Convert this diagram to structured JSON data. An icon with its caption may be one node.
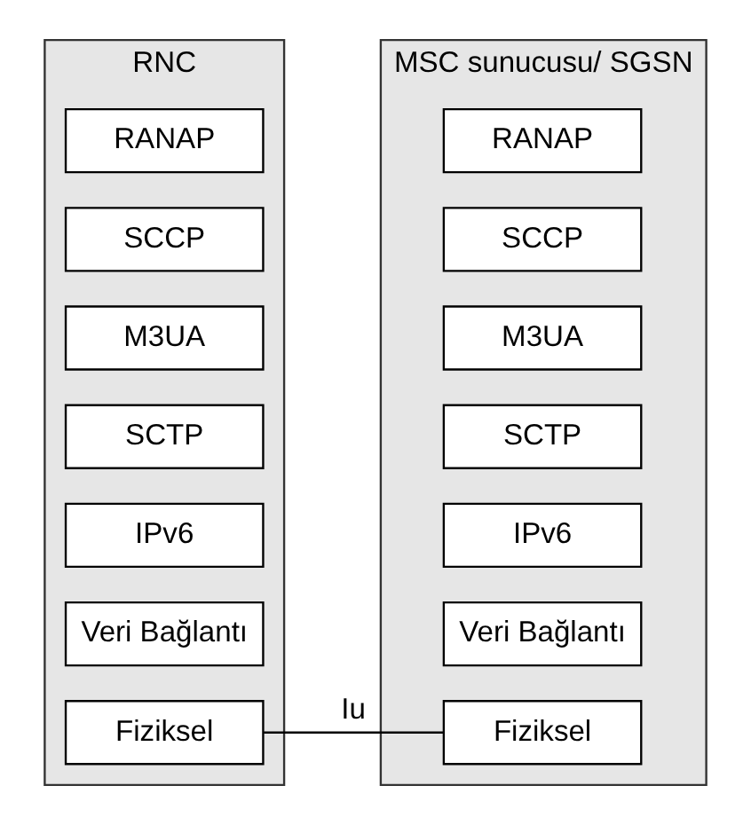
{
  "diagram": {
    "nodes": [
      {
        "text": [
          "RNC"
        ]
      },
      {
        "text": [
          "RANAP"
        ],
        "in": 0
      },
      {
        "text": [
          "SCCP"
        ],
        "in": 0
      },
      {
        "text": [
          "M3UA"
        ],
        "in": 0
      },
      {
        "text": [
          "SCTP"
        ],
        "in": 0
      },
      {
        "text": [
          "IPv6"
        ],
        "in": 0
      },
      {
        "text": [
          "Veri Bağlantı"
        ],
        "in": 0
      },
      {
        "text": [
          "Fiziksel"
        ],
        "in": 0
      },
      {
        "text": [
          "MSC sunucusu/ SGSN"
        ]
      },
      {
        "text": [
          "RANAP"
        ],
        "in": 8
      },
      {
        "text": [
          "SCCP"
        ],
        "in": 8
      },
      {
        "text": [
          "M3UA"
        ],
        "in": 8
      },
      {
        "text": [
          "SCTP"
        ],
        "in": 8
      },
      {
        "text": [
          "IPv6"
        ],
        "in": 8
      },
      {
        "text": [
          "Veri Bağlantı"
        ],
        "in": 8
      },
      {
        "text": [
          "Fiziksel"
        ],
        "in": 8
      }
    ],
    "edges": [
      {
        "from": 7,
        "to": 15,
        "arrow": "none",
        "label": "Iu"
      }
    ]
  }
}
